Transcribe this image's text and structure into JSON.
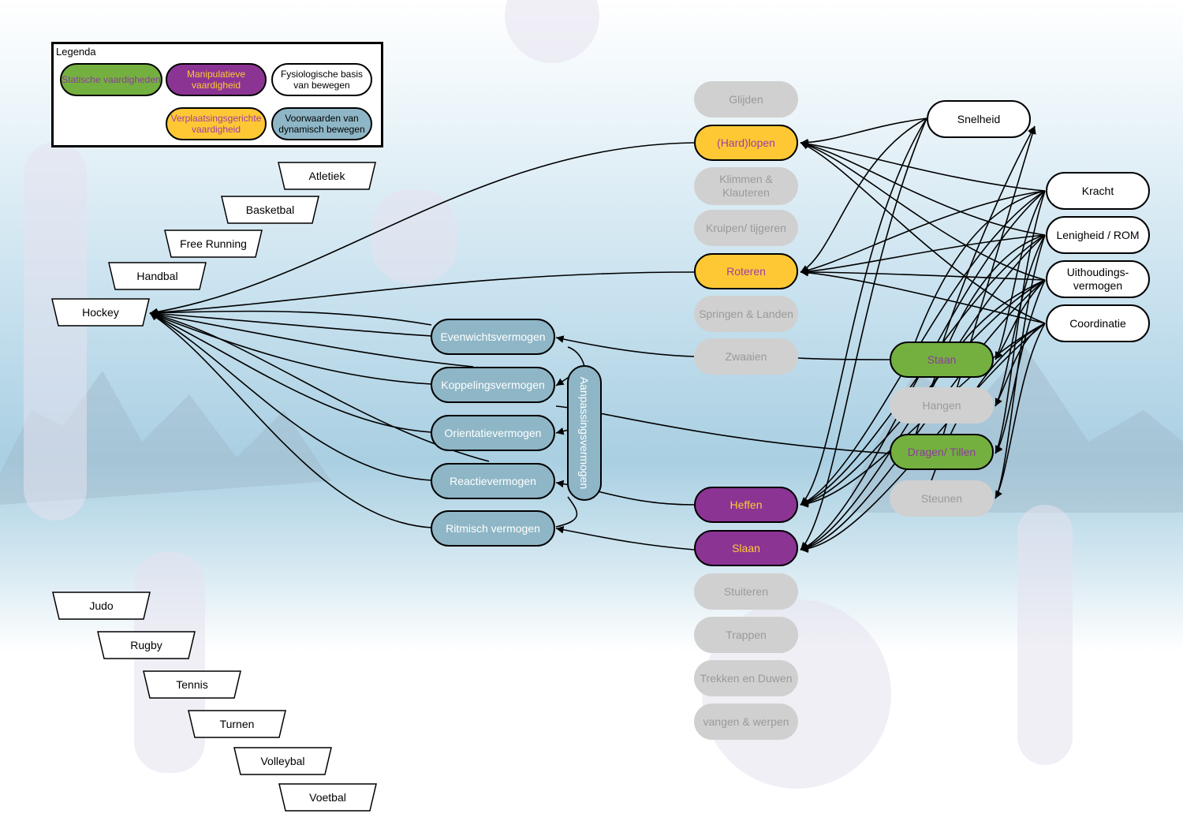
{
  "legend": {
    "title": "Legenda",
    "items": [
      {
        "label": "Statische vaardigheden",
        "color": "#74b040"
      },
      {
        "label": "Manipulatieve vaardigheid",
        "color": "#8c3494"
      },
      {
        "label": "Fysiologische basis van bewegen",
        "color": "#ffffff"
      },
      {
        "label": "Verplaatsingsgerichte vaardigheid",
        "color": "#fec835"
      },
      {
        "label": "Voorwaarden van dynamisch bewegen",
        "color": "#8eb6c6"
      }
    ]
  },
  "sports": [
    "Atletiek",
    "Basketbal",
    "Free Running",
    "Handbal",
    "Hockey",
    "Judo",
    "Rugby",
    "Tennis",
    "Turnen",
    "Volleybal",
    "Voetbal"
  ],
  "abilities": [
    "Evenwichtsvermogen",
    "Koppelingsvermogen",
    "Orientatievermogen",
    "Reactievermogen",
    "Ritmisch vermogen"
  ],
  "adaptation": "Aanpassingsvermogen",
  "skills": [
    "Glijden",
    "(Hard)lopen",
    "Klimmen & Klauteren",
    "Kruipen/ tijgeren",
    "Roteren",
    "Springen & Landen",
    "Zwaaien",
    "Heffen",
    "Slaan",
    "Stuiteren",
    "Trappen",
    "Trekken en Duwen",
    "vangen & werpen"
  ],
  "static_skills": [
    "Staan",
    "Hangen",
    "Dragen/ Tillen",
    "Steunen"
  ],
  "physiological": [
    "Snelheid",
    "Kracht",
    "Lenigheid / ROM",
    "Uithoudings-vermogen",
    "Coordinatie"
  ]
}
